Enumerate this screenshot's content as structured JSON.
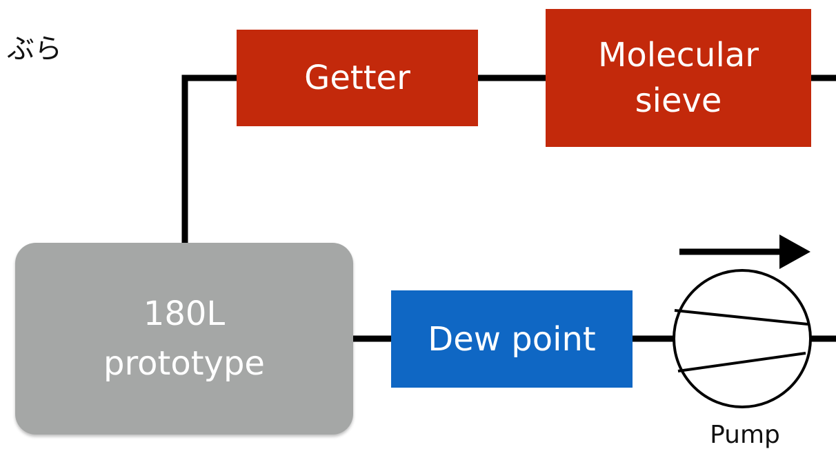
{
  "diagram": {
    "nodes": {
      "getter": {
        "label": "Getter",
        "color": "#c3290b"
      },
      "molecular_sieve": {
        "line1": "Molecular",
        "line2": "sieve",
        "color": "#c3290b"
      },
      "prototype": {
        "line1": "180L",
        "line2": "prototype",
        "color": "#a5a7a6"
      },
      "dew_point": {
        "label": "Dew point",
        "color": "#0f67c4"
      },
      "pump": {
        "label": "Pump",
        "icon": "pump-icon"
      }
    },
    "corner_fragment": "ぶら",
    "flow_arrow": {
      "direction": "right",
      "icon": "arrow-right-icon"
    },
    "connections": [
      {
        "from": "prototype",
        "to": "getter"
      },
      {
        "from": "getter",
        "to": "molecular_sieve"
      },
      {
        "from": "prototype",
        "to": "dew_point"
      },
      {
        "from": "dew_point",
        "to": "pump"
      }
    ]
  }
}
